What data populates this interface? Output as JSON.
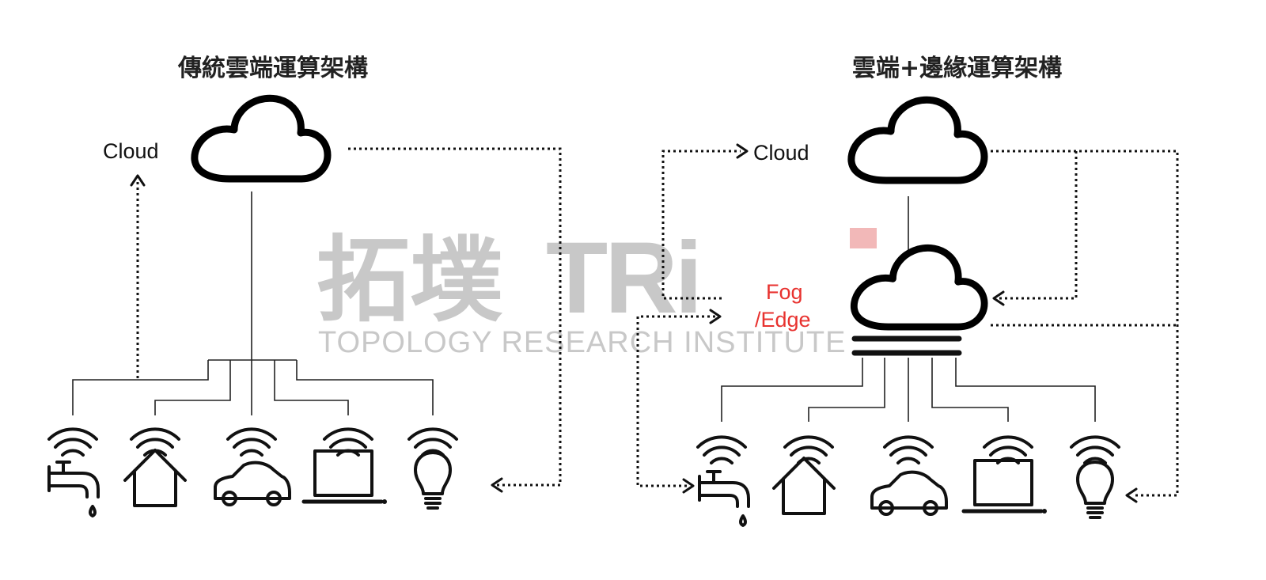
{
  "left": {
    "title": "傳統雲端運算架構",
    "cloud_label": "Cloud"
  },
  "right": {
    "title": "雲端+邊緣運算架構",
    "cloud_label": "Cloud",
    "fog_label_1": "Fog",
    "fog_label_2": "/Edge"
  },
  "watermark": {
    "cn": "拓墣",
    "latin": "TRi",
    "subtitle": "TOPOLOGY RESEARCH INSTITUTE"
  },
  "devices": [
    "faucet-icon",
    "house-icon",
    "car-icon",
    "laptop-icon",
    "lightbulb-icon"
  ],
  "colors": {
    "fog_label": "#e8322f",
    "watermark": "#c8c8c8",
    "watermark_accent": "#f2b8b8"
  }
}
